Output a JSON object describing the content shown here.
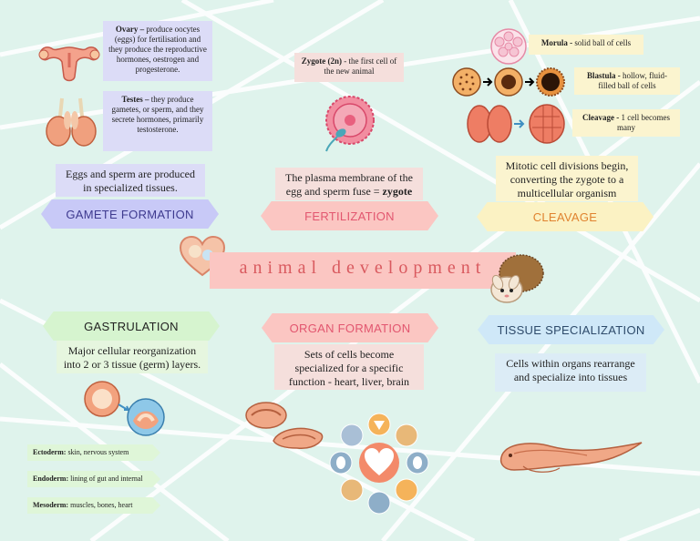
{
  "title": "animal development",
  "stages": {
    "gamete": {
      "label": "GAMETE FORMATION",
      "desc": "Eggs and sperm are produced in specialized tissues."
    },
    "fertilization": {
      "label": "FERTILIZATION",
      "desc_pre": "The plasma membrane of the egg and sperm fuse = ",
      "desc_bold": "zygote"
    },
    "cleavage": {
      "label": "CLEAVAGE",
      "desc": "Mitotic cell divisions begin, converting the zygote to a multicellular organism"
    },
    "gastrulation": {
      "label": "GASTRULATION",
      "desc": "Major cellular reorganization into 2 or 3 tissue (germ) layers."
    },
    "organ": {
      "label": "ORGAN FORMATION",
      "desc": "Sets of cells become specialized for a specific function - heart, liver, brain"
    },
    "tissue": {
      "label": "TISSUE SPECIALIZATION",
      "desc": "Cells within organs rearrange and specialize into tissues"
    }
  },
  "notes": {
    "ovary": {
      "term": "Ovary –",
      "text": " produce oocytes (eggs) for fertilisation and they produce the reproductive hormones, oestrogen and progesterone."
    },
    "testes": {
      "term": "Testes –",
      "text": " they produce gametes, or sperm, and they secrete hormones, primarily testosterone."
    },
    "zygote": {
      "term": "Zygote (2n)",
      "text": " - the first cell of the new animal"
    },
    "morula": {
      "term": "Morula -",
      "text": " solid ball of cells"
    },
    "blastula": {
      "term": "Blastula -",
      "text": " hollow, fluid-filled ball of cells"
    },
    "cleavage": {
      "term": "Cleavage -",
      "text": " 1 cell becomes many"
    }
  },
  "germ_layers": [
    {
      "term": "Ectoderm:",
      "text": " skin, nervous system"
    },
    {
      "term": "Endoderm:",
      "text": " lining of gut and internal"
    },
    {
      "term": "Mesoderm:",
      "text": " muscles, bones, heart"
    }
  ],
  "icons": [
    "uterus-icon",
    "testes-icon",
    "sperm-egg-icon",
    "morula-icon",
    "blastula-icon",
    "cleavage-icon",
    "gastrula-icon",
    "embryo-icon",
    "organs-icon",
    "tadpole-icon",
    "heart-icon",
    "hedgehog-icon"
  ],
  "colors": {
    "gamete_bg": "#c8c9f7",
    "fert_bg": "#fbc6c2",
    "cleav_bg": "#fbf2c3",
    "gast_bg": "#d6f4cf",
    "organ_bg": "#fbc6c2",
    "tissue_bg": "#cfe8f8"
  }
}
